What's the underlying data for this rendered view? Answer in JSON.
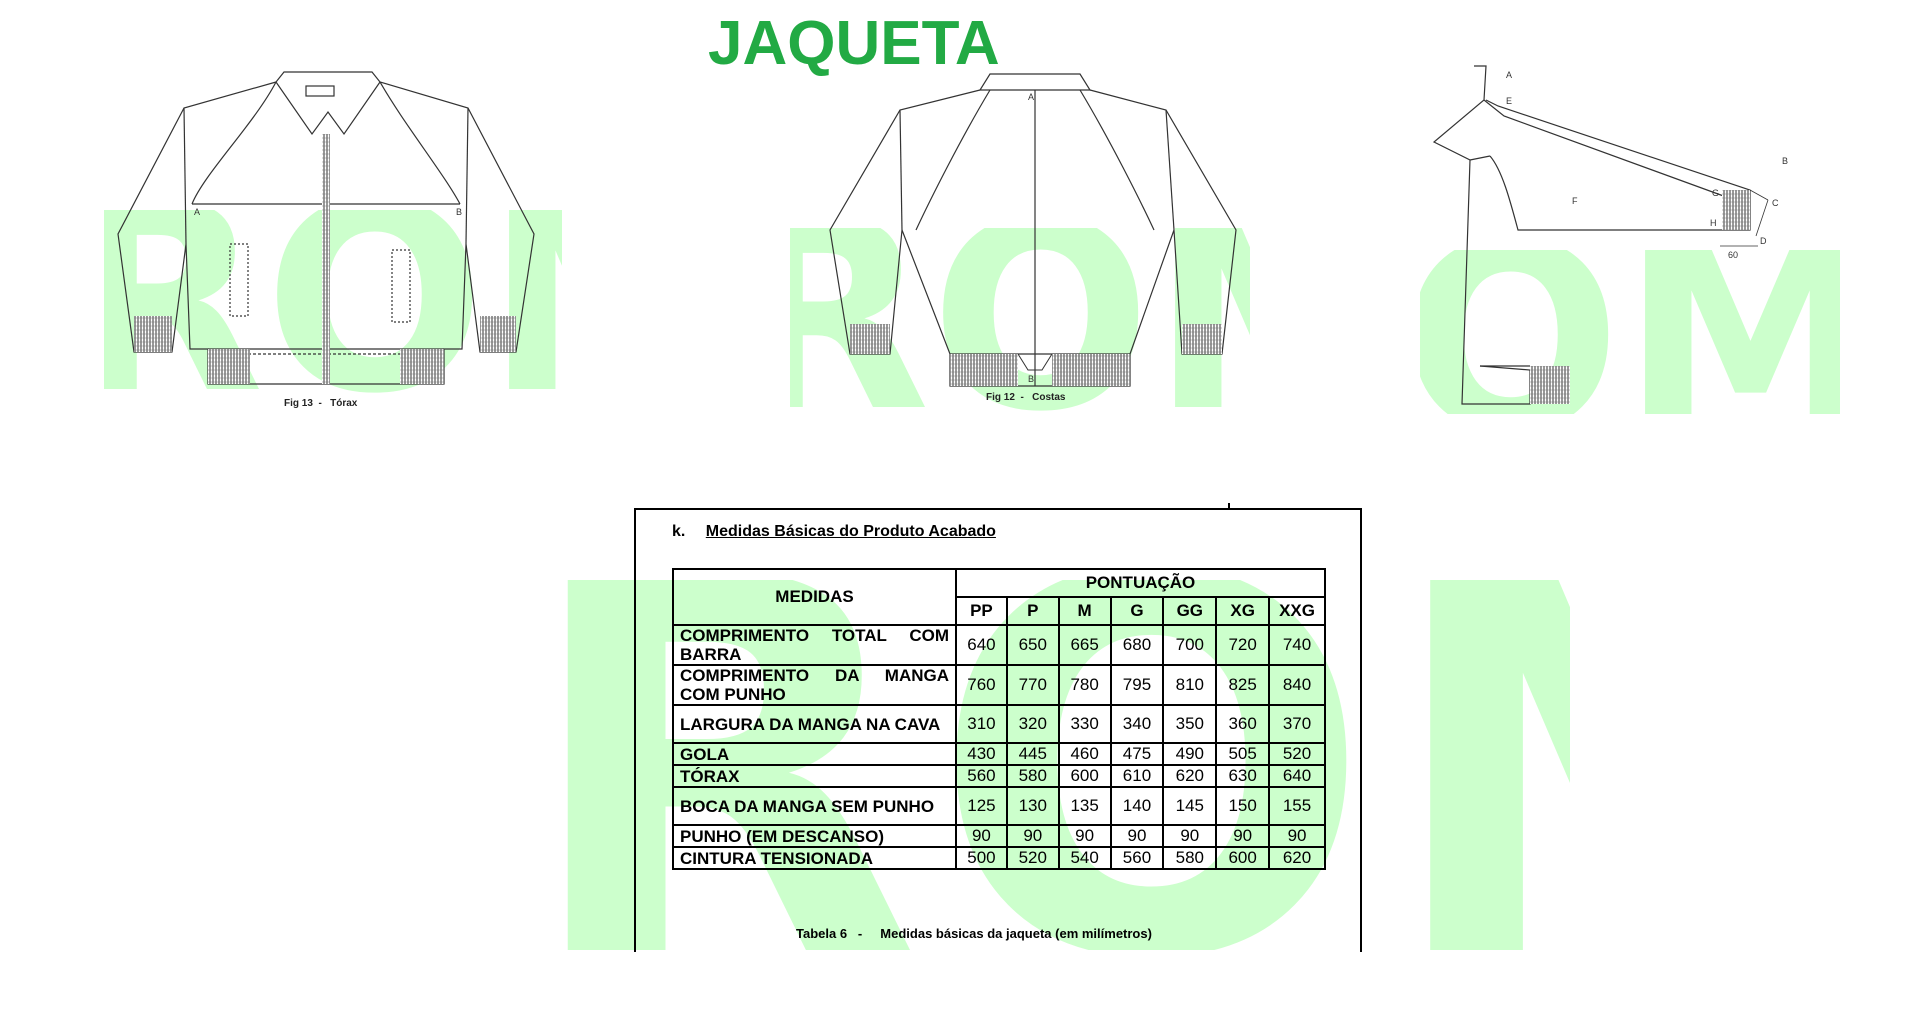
{
  "page": {
    "title": "JAQUETA",
    "watermark_text": "ROMID"
  },
  "figures": {
    "front": {
      "caption": "Fig 13  -   Tórax",
      "labels": {
        "a": "A",
        "b": "B"
      }
    },
    "back": {
      "caption": "Fig 12  -   Costas",
      "labels": {
        "a": "A",
        "b": "B"
      }
    },
    "side": {
      "labels": {
        "a": "A",
        "e": "E",
        "b": "B",
        "f": "F",
        "g": "G",
        "h": "H",
        "c": "C",
        "d": "D"
      },
      "dimension": "60"
    }
  },
  "document": {
    "section_number": "k.",
    "section_title": "Medidas Básicas do Produto Acabado",
    "table": {
      "header_left": "MEDIDAS",
      "header_group": "PONTUAÇÃO",
      "sizes": [
        "PP",
        "P",
        "M",
        "G",
        "GG",
        "XG",
        "XXG"
      ],
      "rows": [
        {
          "label": "COMPRIMENTO TOTAL COM BARRA",
          "values": [
            "640",
            "650",
            "665",
            "680",
            "700",
            "720",
            "740"
          ]
        },
        {
          "label": "COMPRIMENTO DA MANGA COM PUNHO",
          "values": [
            "760",
            "770",
            "780",
            "795",
            "810",
            "825",
            "840"
          ]
        },
        {
          "label": "LARGURA DA MANGA NA CAVA",
          "values": [
            "310",
            "320",
            "330",
            "340",
            "350",
            "360",
            "370"
          ]
        },
        {
          "label": "GOLA",
          "values": [
            "430",
            "445",
            "460",
            "475",
            "490",
            "505",
            "520"
          ]
        },
        {
          "label": "TÓRAX",
          "values": [
            "560",
            "580",
            "600",
            "610",
            "620",
            "630",
            "640"
          ]
        },
        {
          "label": "BOCA DA MANGA SEM PUNHO",
          "values": [
            "125",
            "130",
            "135",
            "140",
            "145",
            "150",
            "155"
          ]
        },
        {
          "label": "PUNHO (EM DESCANSO)",
          "values": [
            "90",
            "90",
            "90",
            "90",
            "90",
            "90",
            "90"
          ]
        },
        {
          "label": "CINTURA TENSIONADA",
          "values": [
            "500",
            "520",
            "540",
            "560",
            "580",
            "600",
            "620"
          ]
        }
      ]
    },
    "table_caption": "Tabela 6   -     Medidas básicas da jaqueta (em milímetros)"
  }
}
